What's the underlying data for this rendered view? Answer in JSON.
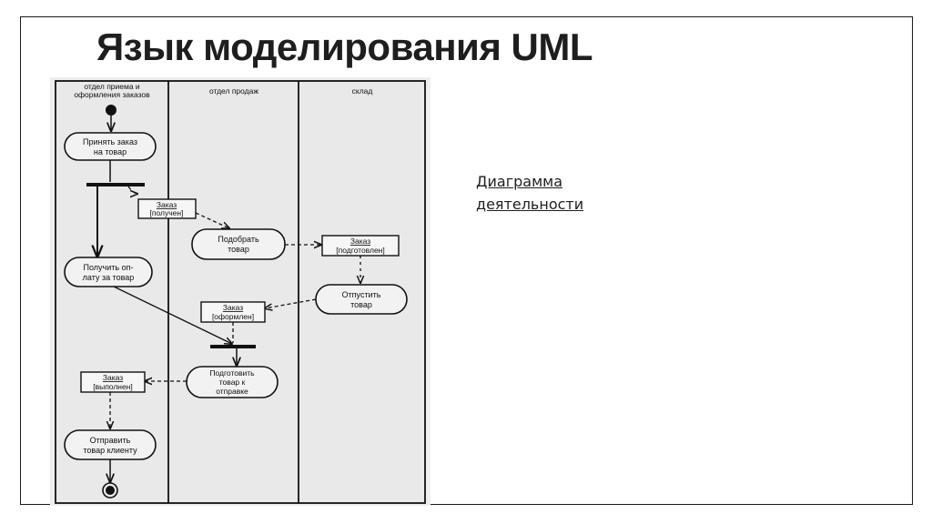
{
  "slide": {
    "title": "Язык моделирования UML",
    "caption_line1": "Диаграмма",
    "caption_line2": "деятельности"
  },
  "diagram": {
    "lanes": [
      {
        "line1": "отдел приема и",
        "line2": "оформления заказов"
      },
      {
        "line1": "отдел продаж"
      },
      {
        "line1": "склад"
      }
    ],
    "actions": {
      "accept_order": [
        "Принять заказ",
        "на товар"
      ],
      "get_payment": [
        "Получить оп-",
        "лату за товар"
      ],
      "send_to_client": [
        "Отправить",
        "товар клиенту"
      ],
      "pick_goods": [
        "Подобрать",
        "товар"
      ],
      "prepare_shipping": [
        "Подготовить",
        "товар к",
        "отправке"
      ],
      "release_goods": [
        "Отпустить",
        "товар"
      ]
    },
    "objects": {
      "order_received": [
        "Заказ",
        "[получен]"
      ],
      "order_prepared": [
        "Заказ",
        "[подготовлен]"
      ],
      "order_issued": [
        "Заказ",
        "[оформлен]"
      ],
      "order_completed": [
        "Заказ",
        "[выполнен]"
      ]
    }
  }
}
